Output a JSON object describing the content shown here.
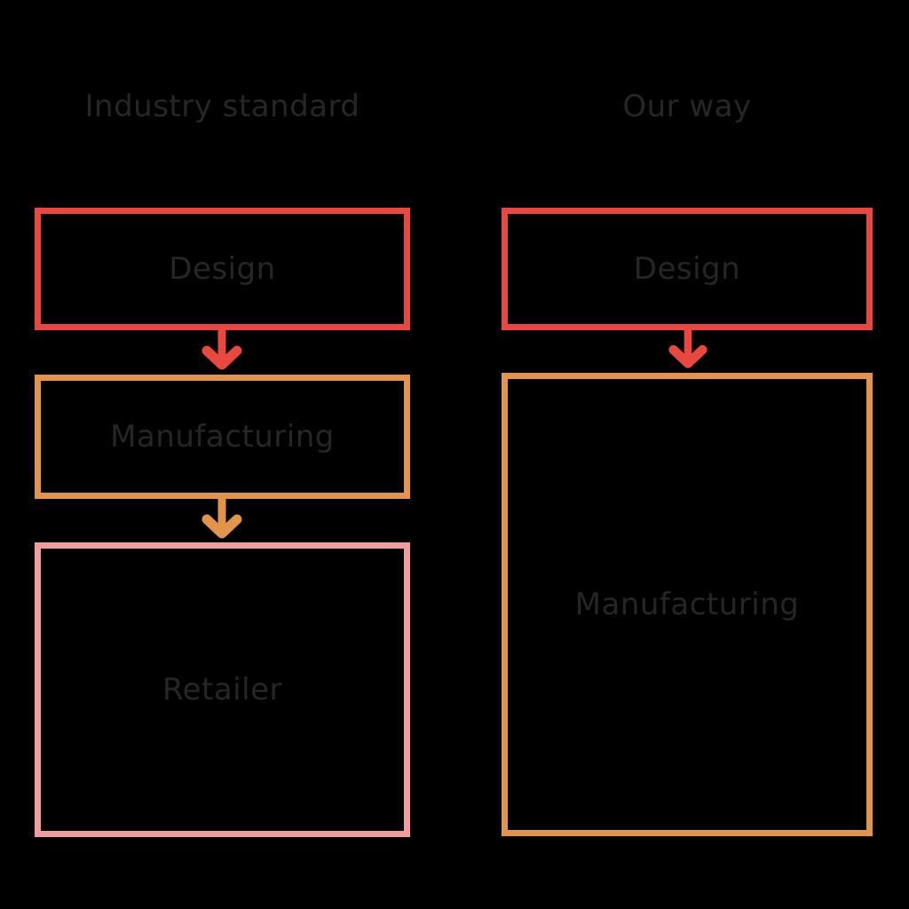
{
  "page": {
    "background_color": "#000000",
    "text_color": "#262626"
  },
  "colors": {
    "red": "#e8483e",
    "orange": "#e2954a",
    "pink": "#f19c9d"
  },
  "columns": [
    {
      "title": "Industry standard",
      "boxes": [
        {
          "label": "Design",
          "border_color": "#e8483e"
        },
        {
          "label": "Manufacturing",
          "border_color": "#e2954a"
        },
        {
          "label": "Retailer",
          "border_color": "#f19c9d"
        }
      ],
      "arrows": [
        {
          "name": "design-to-manufacturing",
          "color": "#e8483e"
        },
        {
          "name": "manufacturing-to-retailer",
          "color": "#e2954a"
        }
      ]
    },
    {
      "title": "Our way",
      "boxes": [
        {
          "label": "Design",
          "border_color": "#e8483e"
        },
        {
          "label": "Manufacturing",
          "border_color": "#e2954a"
        }
      ],
      "arrows": [
        {
          "name": "design-to-manufacturing",
          "color": "#e8483e"
        }
      ]
    }
  ]
}
